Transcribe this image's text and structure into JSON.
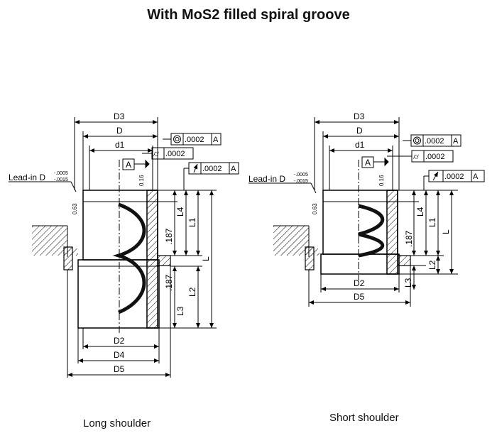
{
  "title": "With MoS2 filled spiral groove",
  "captions": {
    "left": "Long  shoulder",
    "right": "Short shoulder"
  },
  "labels": {
    "D3": "D3",
    "D": "D",
    "d1": "d1",
    "D2": "D2",
    "D4": "D4",
    "D5": "D5",
    "L": "L",
    "L1": "L1",
    "L2": "L2",
    "L3": "L3",
    "L4": "L4",
    "dim187": ".187",
    "datum": "A",
    "tol": ".0002",
    "datum_ref": "A",
    "leadin": "Lead-in D",
    "leadin_upper": "-.0005",
    "leadin_lower": "-.0015",
    "rough1": "0.16",
    "rough2": "0.63"
  },
  "colors": {
    "line": "#000000",
    "spiral": "#111111",
    "hatch": "#000000"
  }
}
